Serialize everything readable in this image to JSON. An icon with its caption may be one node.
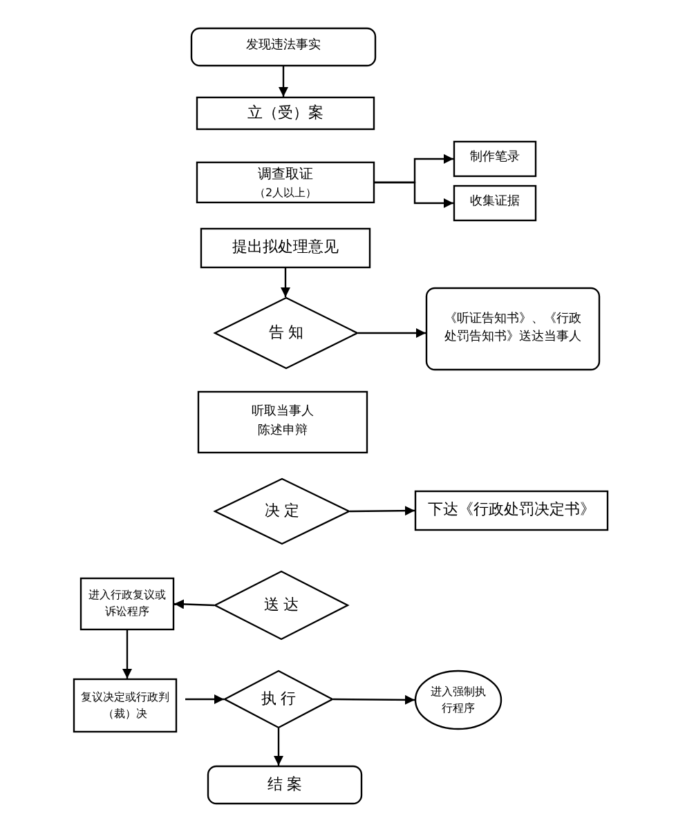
{
  "diagram": {
    "nodes": [
      {
        "text": [
          "发现违法事实"
        ]
      },
      {
        "text": [
          "立（受）案"
        ]
      },
      {
        "text": [
          "调查取证",
          "（2人以上）"
        ]
      },
      {
        "text": [
          "制作笔录"
        ]
      },
      {
        "text": [
          "收集证据"
        ]
      },
      {
        "text": [
          "提出拟处理意见"
        ]
      },
      {
        "text": [
          "告 知"
        ]
      },
      {
        "text": [
          "《听证告知书》、《行政处罚告知书》送达当事人"
        ]
      },
      {
        "text": [
          "听取当事人陈述申辩"
        ]
      },
      {
        "text": [
          "决 定"
        ]
      },
      {
        "text": [
          "下达《行政处罚决定书》"
        ]
      },
      {
        "text": [
          "送 达"
        ]
      },
      {
        "text": [
          "进入行政复议或诉讼程序"
        ]
      },
      {
        "text": [
          "复议决定或行政判（裁）决"
        ]
      },
      {
        "text": [
          "执 行"
        ]
      },
      {
        "text": [
          "进入强制执行程序"
        ]
      },
      {
        "text": [
          "结 案"
        ]
      }
    ],
    "edges": [
      {
        "from": 0,
        "to": 1,
        "arrow": "to"
      },
      {
        "from": 2,
        "to": 3,
        "arrow": "to"
      },
      {
        "from": 2,
        "to": 4,
        "arrow": "to"
      },
      {
        "from": 5,
        "to": 6,
        "arrow": "to"
      },
      {
        "from": 6,
        "to": 7,
        "arrow": "to"
      },
      {
        "from": 9,
        "to": 10,
        "arrow": "to"
      },
      {
        "from": 11,
        "to": 12,
        "arrow": "to"
      },
      {
        "from": 12,
        "to": 13,
        "arrow": "to"
      },
      {
        "from": 13,
        "to": 14,
        "arrow": "to"
      },
      {
        "from": 14,
        "to": 15,
        "arrow": "to"
      },
      {
        "from": 14,
        "to": 16,
        "arrow": "to"
      }
    ]
  }
}
